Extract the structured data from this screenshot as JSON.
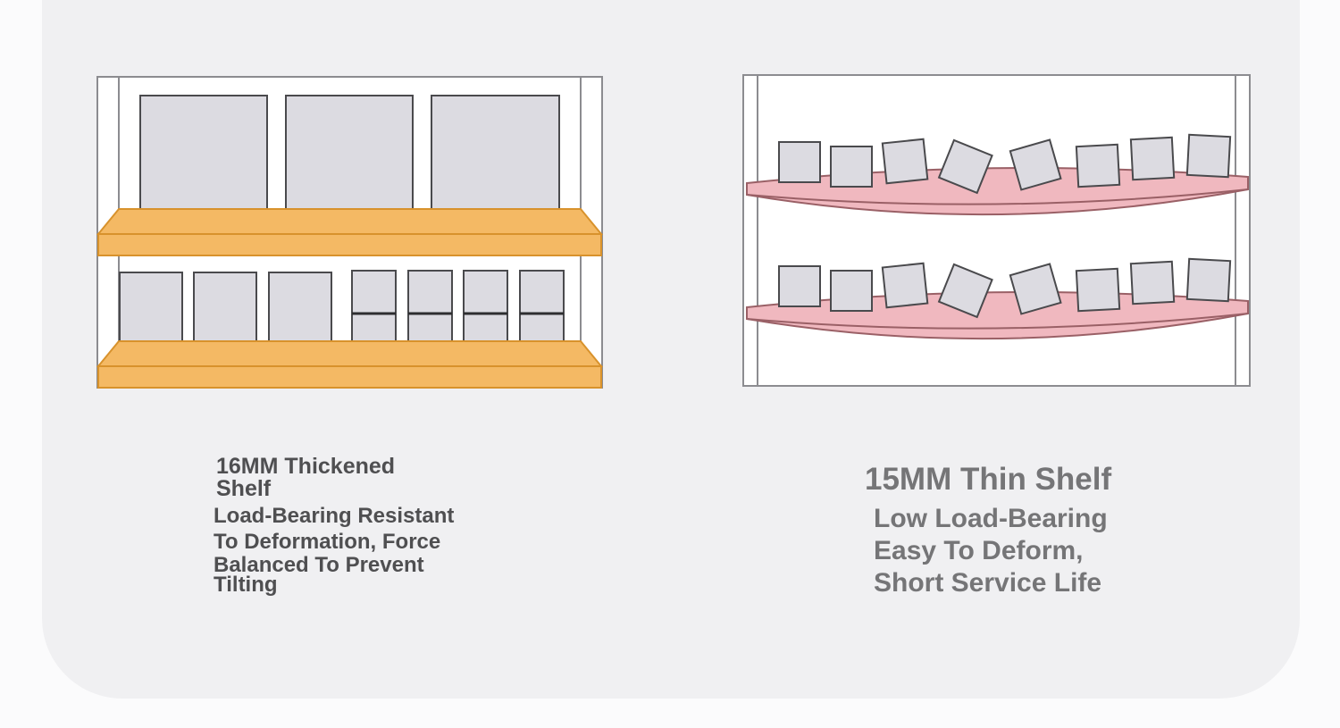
{
  "colors": {
    "background": "#fbfbfc",
    "card": "#f0f0f2",
    "thick_shelf": "#f4b964",
    "thick_shelf_edge": "#d8922c",
    "thin_shelf": "#f0b8bf",
    "thin_shelf_edge": "#9a6066",
    "box_fill": "#dcdbe1",
    "box_edge": "#4a4a4d",
    "frame_edge": "#8c8c90"
  },
  "left_panel": {
    "title_lines": [
      "16MM Thickened",
      "Shelf"
    ],
    "body_lines": [
      "Load-Bearing Resistant",
      "To Deformation, Force",
      "Balanced To Prevent",
      "Tilting"
    ]
  },
  "right_panel": {
    "title": "15MM Thin Shelf",
    "body_lines": [
      "Low Load-Bearing",
      "Easy To Deform,",
      "Short Service Life"
    ]
  }
}
